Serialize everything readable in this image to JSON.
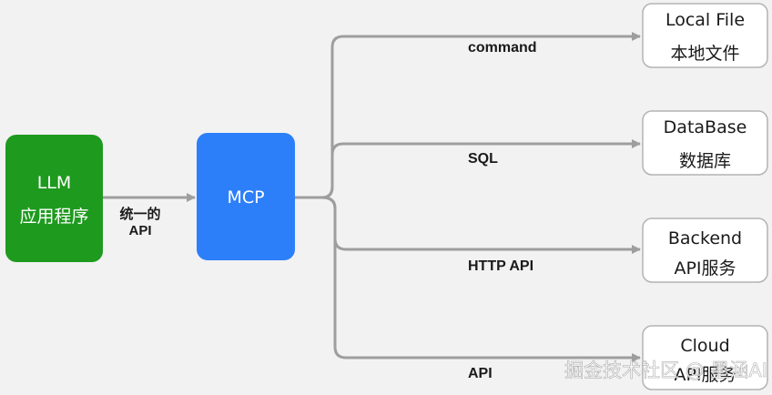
{
  "nodes": {
    "llm": {
      "line1": "LLM",
      "line2": "应用程序"
    },
    "mcp": {
      "label": "MCP"
    },
    "local_file": {
      "line1": "Local File",
      "line2": "本地文件"
    },
    "database": {
      "line1": "DataBase",
      "line2": "数据库"
    },
    "backend": {
      "line1": "Backend",
      "line2": "API服务"
    },
    "cloud": {
      "line1": "Cloud",
      "line2": "API服务"
    }
  },
  "edges": {
    "llm_to_mcp": {
      "line1": "统一的",
      "line2": "API"
    },
    "command": "command",
    "sql": "SQL",
    "http_api": "HTTP API",
    "api": "API"
  },
  "watermark": "掘金技术社区 @ 墨涵AI",
  "colors": {
    "llm_fill": "#1e9a1e",
    "mcp_fill": "#2d7ff9",
    "target_fill": "#ffffff",
    "target_stroke": "#b3b3b3",
    "connector": "#9e9e9e",
    "label_text": "#1a1a1a"
  }
}
